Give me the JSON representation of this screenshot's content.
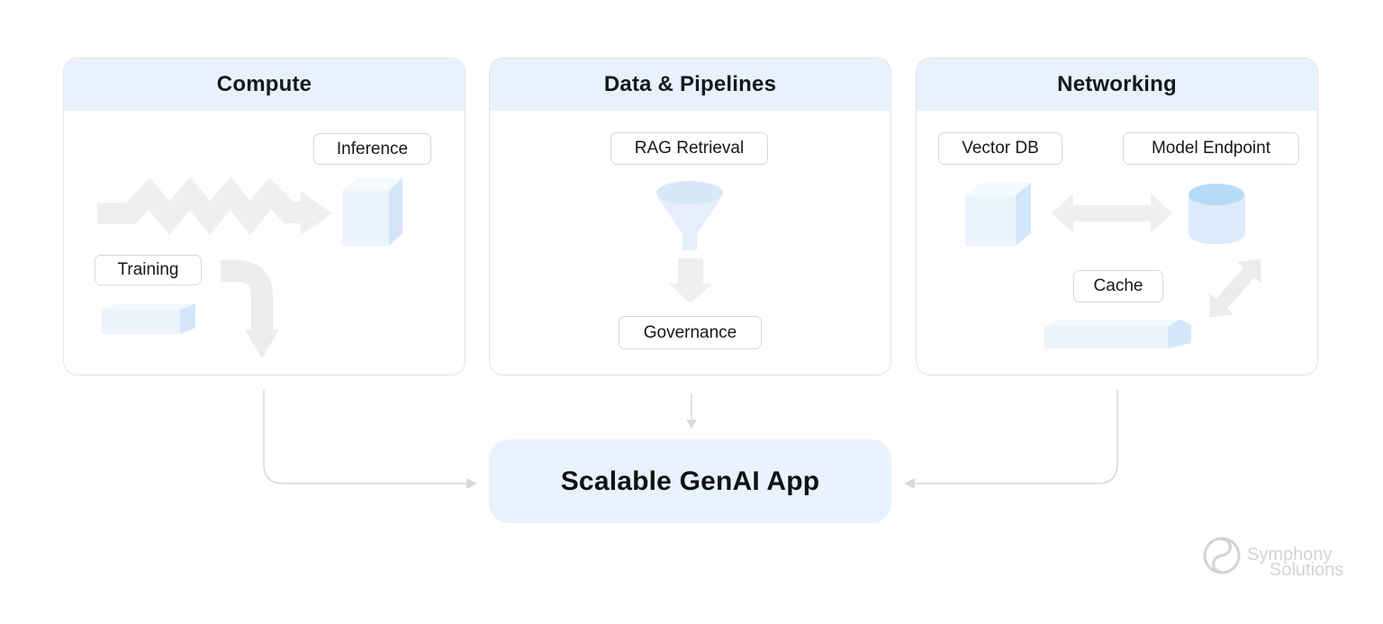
{
  "panels": [
    {
      "title": "Compute",
      "labels": {
        "inference": "Inference",
        "training": "Training"
      }
    },
    {
      "title": "Data & Pipelines",
      "labels": {
        "rag": "RAG Retrieval",
        "governance": "Governance"
      }
    },
    {
      "title": "Networking",
      "labels": {
        "vector_db": "Vector DB",
        "model_endpoint": "Model Endpoint",
        "cache": "Cache"
      }
    }
  ],
  "app_box": {
    "label": "Scalable GenAI App"
  },
  "logo": {
    "line1": "Symphony",
    "line2": "Solutions"
  },
  "colors": {
    "header_bg": "#e8f2fd",
    "panel_border": "#e4e4e8",
    "label_border": "#d7d7db",
    "app_box_bg": "#e9f3fe",
    "text_dark": "#15181c",
    "cube_front": "#ebf3fd",
    "cube_side": "#d4e6fa",
    "cube_top": "#f4f9fe",
    "cylinder_top": "#b7dbf6",
    "cylinder_body": "#dcebfa",
    "funnel_top": "#d7e8f9",
    "funnel_body": "#e5effb",
    "arrow_gray": "#efeff1",
    "arrow_gray_dark": "#ececee",
    "connector": "#d9d9dc",
    "logo_gray": "#d3d3d5"
  }
}
